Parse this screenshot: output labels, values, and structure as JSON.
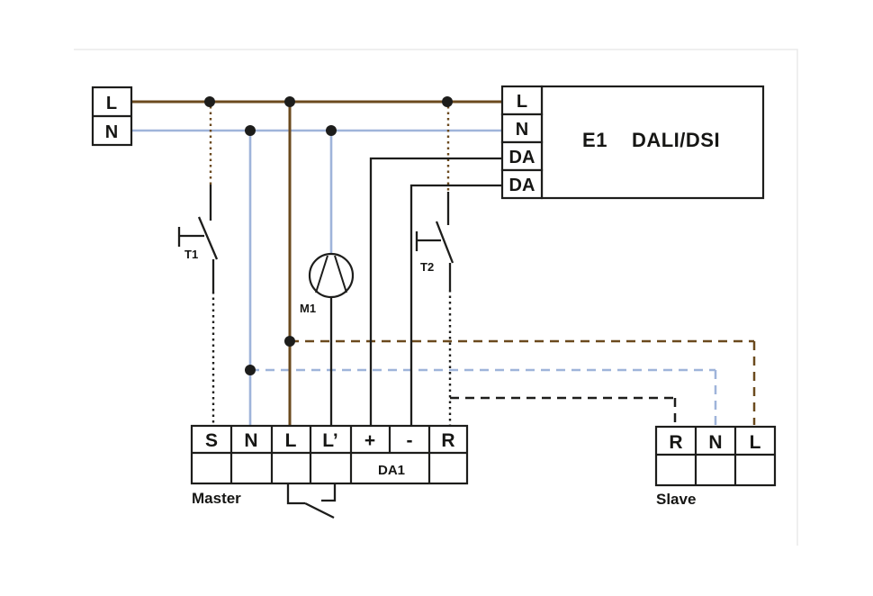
{
  "diagram": {
    "kind": "wiring-diagram",
    "supply": {
      "terminals": [
        "L",
        "N"
      ]
    },
    "ballast": {
      "id": "E1",
      "system": "DALI/DSI",
      "terminals": [
        "L",
        "N",
        "DA",
        "DA"
      ]
    },
    "components": {
      "switch_1": "T1",
      "switch_2": "T2",
      "motor": "M1"
    },
    "master": {
      "name": "Master",
      "terminals": [
        "S",
        "N",
        "L",
        "L’",
        "+",
        "-",
        "R"
      ],
      "bus_label": "DA1"
    },
    "slave": {
      "name": "Slave",
      "terminals": [
        "R",
        "N",
        "L"
      ]
    },
    "colors": {
      "line_brown": "#6b4a1e",
      "line_blue": "#9fb4da",
      "line_black": "#1d1d1b",
      "edge_gray": "#eaeaea"
    }
  }
}
